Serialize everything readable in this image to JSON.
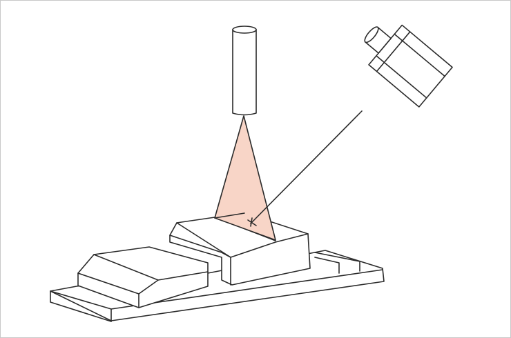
{
  "diagram": {
    "description_items": [
      "vertical-light-projector",
      "light-cone",
      "angled-camera",
      "camera-sight-line",
      "tall-block",
      "low-block",
      "base-plate"
    ],
    "colors": {
      "light_cone": "#f8d5c7",
      "stroke": "#2a2a2a",
      "border": "#c8c8c8"
    }
  }
}
